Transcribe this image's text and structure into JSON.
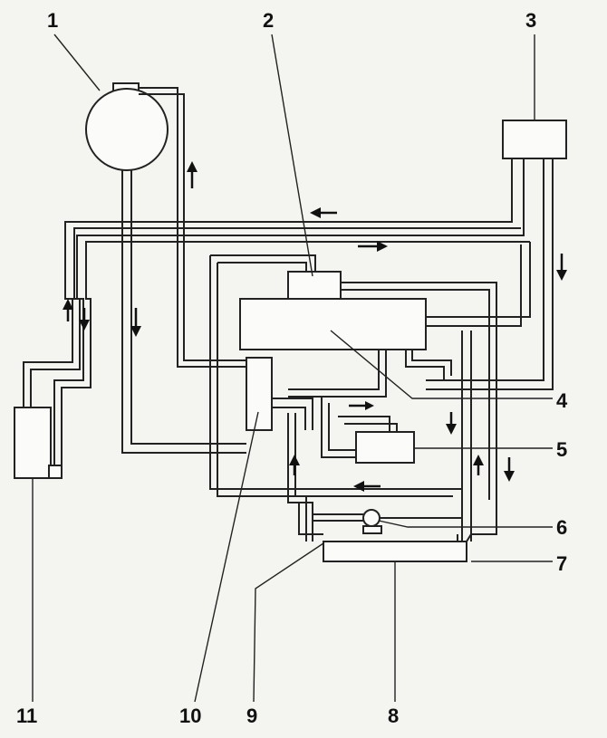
{
  "labels": {
    "l1": "1",
    "l2": "2",
    "l3": "3",
    "l4": "4",
    "l5": "5",
    "l6": "6",
    "l7": "7",
    "l8": "8",
    "l9": "9",
    "l10": "10",
    "l11": "11"
  },
  "colors": {
    "line": "#222222",
    "background": "#f4f4f1"
  }
}
